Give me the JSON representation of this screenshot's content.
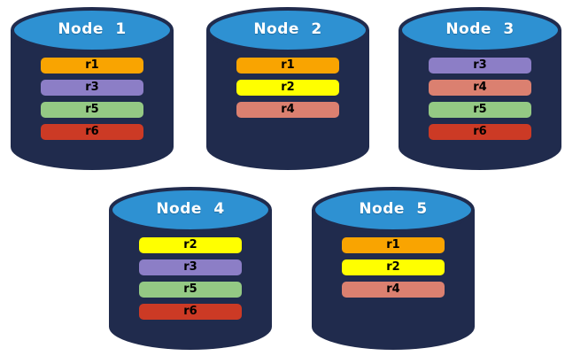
{
  "diagram": {
    "description": "Five database node cylinders showing replica placement",
    "background_color": "#FFFFFF"
  },
  "colors": {
    "cylinder_body": "#202B4D",
    "cylinder_lid": "#2E91D2",
    "cylinder_lid_border": "#202B4D",
    "title_text": "#FFFFFF",
    "bar_text": "#000000"
  },
  "replica_colors": {
    "r1": "#F9A401",
    "r2": "#FFFF00",
    "r3": "#8C7EC6",
    "r4": "#DB8070",
    "r5": "#94C984",
    "r6": "#CC3A25"
  },
  "nodes": [
    {
      "title": "Node 1",
      "replicas": [
        {
          "label": "r1",
          "color": "#F9A401"
        },
        {
          "label": "r3",
          "color": "#8C7EC6"
        },
        {
          "label": "r5",
          "color": "#94C984"
        },
        {
          "label": "r6",
          "color": "#CC3A25"
        }
      ]
    },
    {
      "title": "Node 2",
      "replicas": [
        {
          "label": "r1",
          "color": "#F9A401"
        },
        {
          "label": "r2",
          "color": "#FFFF00"
        },
        {
          "label": "r4",
          "color": "#DB8070"
        }
      ]
    },
    {
      "title": "Node 3",
      "replicas": [
        {
          "label": "r3",
          "color": "#8C7EC6"
        },
        {
          "label": "r4",
          "color": "#DB8070"
        },
        {
          "label": "r5",
          "color": "#94C984"
        },
        {
          "label": "r6",
          "color": "#CC3A25"
        }
      ]
    },
    {
      "title": "Node 4",
      "replicas": [
        {
          "label": "r2",
          "color": "#FFFF00"
        },
        {
          "label": "r3",
          "color": "#8C7EC6"
        },
        {
          "label": "r5",
          "color": "#94C984"
        },
        {
          "label": "r6",
          "color": "#CC3A25"
        }
      ]
    },
    {
      "title": "Node 5",
      "replicas": [
        {
          "label": "r1",
          "color": "#F9A401"
        },
        {
          "label": "r2",
          "color": "#FFFF00"
        },
        {
          "label": "r4",
          "color": "#DB8070"
        }
      ]
    }
  ]
}
